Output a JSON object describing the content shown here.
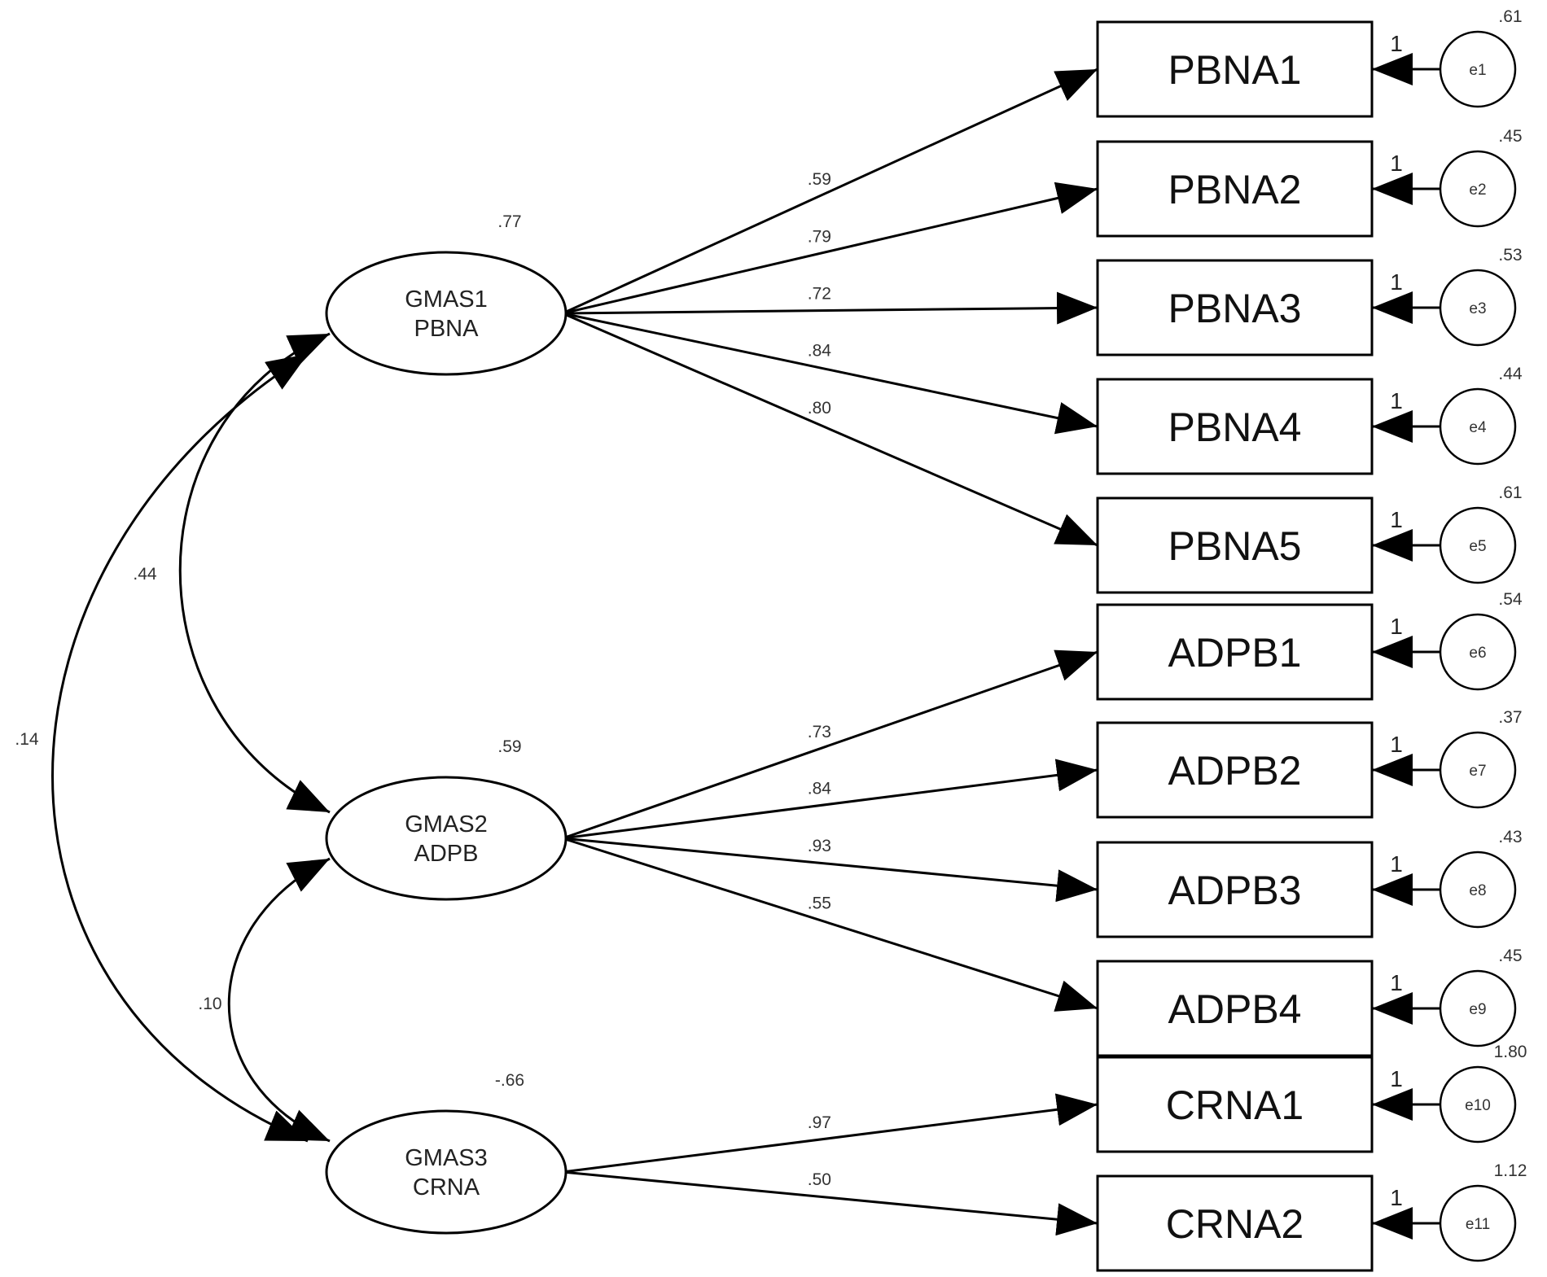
{
  "latents": [
    {
      "id": "GMAS1",
      "line1": "GMAS1",
      "line2": "PBNA",
      "variance": ".77"
    },
    {
      "id": "GMAS2",
      "line1": "GMAS2",
      "line2": "ADPB",
      "variance": ".59"
    },
    {
      "id": "GMAS3",
      "line1": "GMAS3",
      "line2": "CRNA",
      "variance": "-.66"
    }
  ],
  "observed": [
    {
      "label": "PBNA1",
      "error": "e1",
      "error_variance": ".61",
      "error_weight": "1"
    },
    {
      "label": "PBNA2",
      "error": "e2",
      "error_variance": ".45",
      "error_weight": "1"
    },
    {
      "label": "PBNA3",
      "error": "e3",
      "error_variance": ".53",
      "error_weight": "1"
    },
    {
      "label": "PBNA4",
      "error": "e4",
      "error_variance": ".44",
      "error_weight": "1"
    },
    {
      "label": "PBNA5",
      "error": "e5",
      "error_variance": ".61",
      "error_weight": "1"
    },
    {
      "label": "ADPB1",
      "error": "e6",
      "error_variance": ".54",
      "error_weight": "1"
    },
    {
      "label": "ADPB2",
      "error": "e7",
      "error_variance": ".37",
      "error_weight": "1"
    },
    {
      "label": "ADPB3",
      "error": "e8",
      "error_variance": ".43",
      "error_weight": "1"
    },
    {
      "label": "ADPB4",
      "error": "e9",
      "error_variance": ".45",
      "error_weight": "1"
    },
    {
      "label": "CRNA1",
      "error": "e10",
      "error_variance": "1.80",
      "error_weight": "1"
    },
    {
      "label": "CRNA2",
      "error": "e11",
      "error_variance": "1.12",
      "error_weight": "1"
    }
  ],
  "loadings": [
    {
      "from": "GMAS1",
      "to": "PBNA1",
      "value": ".59"
    },
    {
      "from": "GMAS1",
      "to": "PBNA2",
      "value": ".79"
    },
    {
      "from": "GMAS1",
      "to": "PBNA3",
      "value": ".72"
    },
    {
      "from": "GMAS1",
      "to": "PBNA4",
      "value": ".84"
    },
    {
      "from": "GMAS1",
      "to": "PBNA5",
      "value": ".80"
    },
    {
      "from": "GMAS2",
      "to": "ADPB1",
      "value": ".73"
    },
    {
      "from": "GMAS2",
      "to": "ADPB2",
      "value": ".84"
    },
    {
      "from": "GMAS2",
      "to": "ADPB3",
      "value": ".93"
    },
    {
      "from": "GMAS2",
      "to": "ADPB4",
      "value": ".55"
    },
    {
      "from": "GMAS3",
      "to": "CRNA1",
      "value": ".97"
    },
    {
      "from": "GMAS3",
      "to": "CRNA2",
      "value": ".50"
    }
  ],
  "covariances": [
    {
      "a": "GMAS1",
      "b": "GMAS2",
      "value": ".44"
    },
    {
      "a": "GMAS2",
      "b": "GMAS3",
      "value": ".10"
    },
    {
      "a": "GMAS1",
      "b": "GMAS3",
      "value": ".14"
    }
  ]
}
